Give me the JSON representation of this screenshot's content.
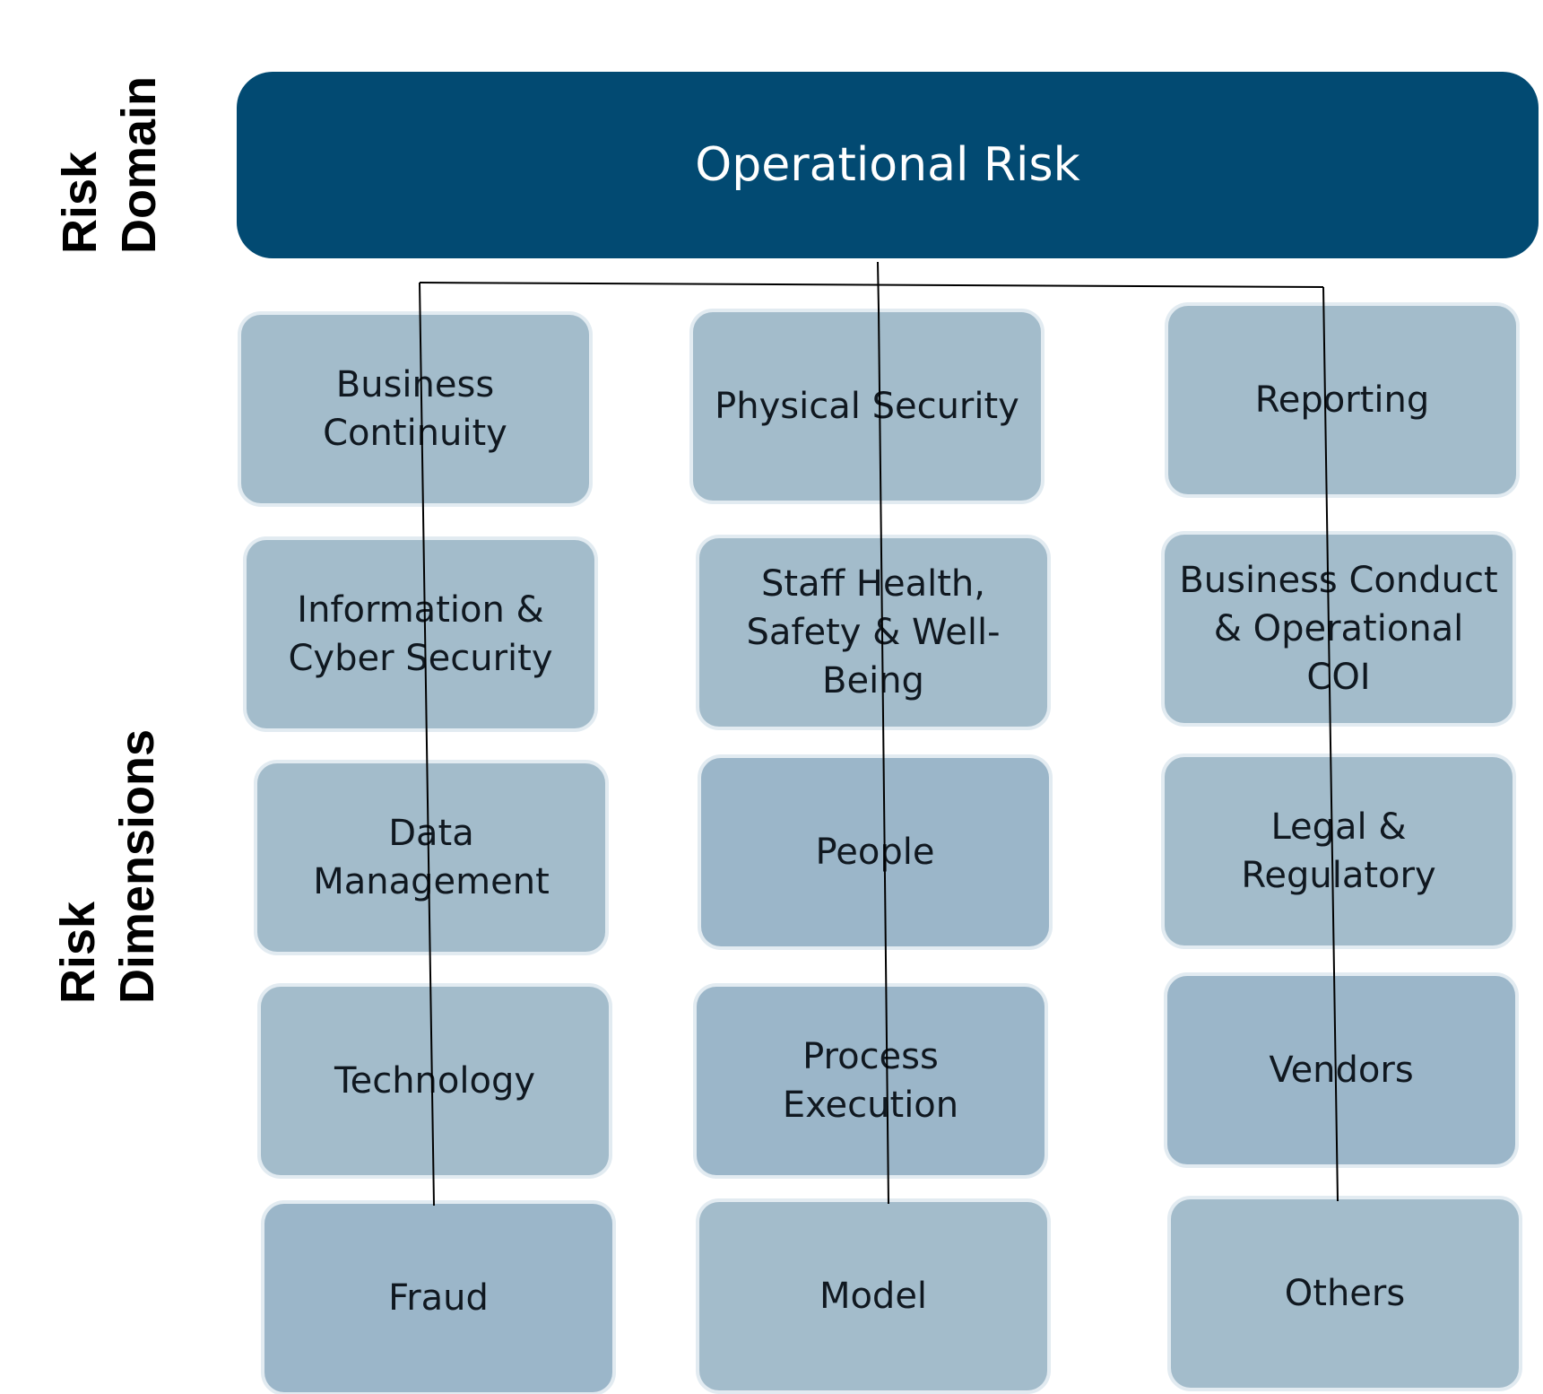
{
  "labels": {
    "risk_domain": [
      "Risk",
      "Domain"
    ],
    "risk_dimensions": [
      "Risk",
      "Dimensions"
    ]
  },
  "domain": {
    "title": "Operational Risk",
    "color": "#024a72"
  },
  "columns": [
    {
      "items": [
        "Business\nContinuity",
        "Information &\nCyber Security",
        "Data\nManagement",
        "Technology",
        "Fraud"
      ]
    },
    {
      "items": [
        "Physical Security",
        "Staff Health,\nSafety & Well-\nBeing",
        "People",
        "Process\nExecution",
        "Model"
      ]
    },
    {
      "items": [
        "Reporting",
        "Business Conduct\n& Operational\nCOI",
        "Legal &\nRegulatory",
        "Vendors",
        "Others"
      ]
    }
  ],
  "colors": {
    "box": "#a3bccb",
    "box_alt": "#9bb6c9",
    "line": "#000000"
  }
}
